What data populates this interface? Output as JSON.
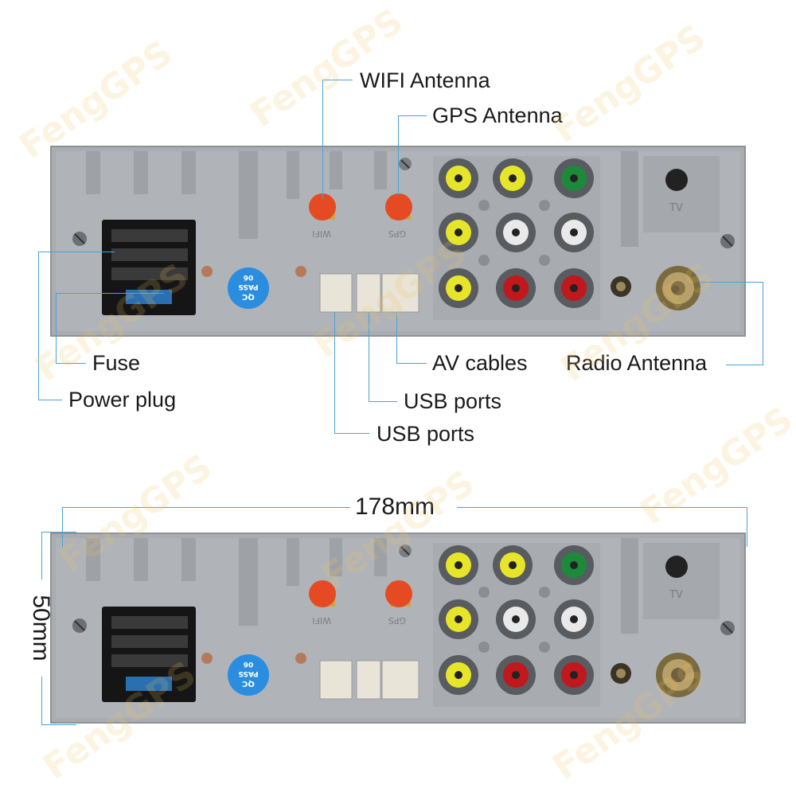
{
  "watermark": "FengGPS",
  "callouts": {
    "wifi_antenna": "WIFI Antenna",
    "gps_antenna": "GPS Antenna",
    "fuse": "Fuse",
    "power_plug": "Power plug",
    "av_cables": "AV cables",
    "usb_ports_1": "USB ports",
    "usb_ports_2": "USB ports",
    "radio_antenna": "Radio Antenna"
  },
  "panel_markings": {
    "qc_sticker_line1": "QC",
    "qc_sticker_line2": "PASS",
    "qc_sticker_line3": "06",
    "wifi_mark": "WIFI",
    "gps_mark": "GPS",
    "tv_mark": "TV"
  },
  "dimensions": {
    "width": "178mm",
    "height": "50mm"
  },
  "colors": {
    "panel": "#a9acb1",
    "callout_line": "#4aa3d6",
    "rca_yellow": "#e7e52a",
    "rca_white": "#e9e9e9",
    "rca_red": "#c0181c",
    "rca_green": "#1d8a3b",
    "sma_connector": "#e64a22",
    "qc_sticker": "#2a8de0"
  }
}
